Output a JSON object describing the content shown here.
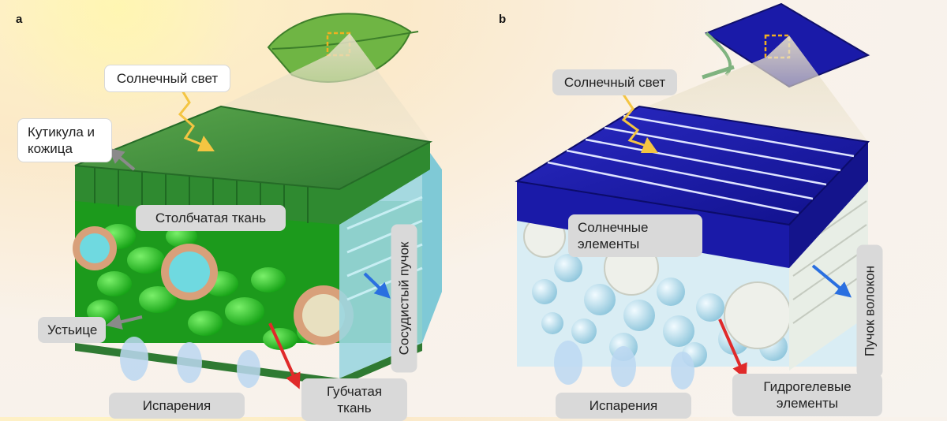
{
  "panels": {
    "a": {
      "letter": "a",
      "labels": {
        "sunlight": "Солнечный свет",
        "cuticle": "Кутикула и кожица",
        "palisade": "Столбчатая ткань",
        "vascular": "Сосудистый пучок",
        "stomata": "Устьице",
        "evaporation": "Испарения",
        "spongy": "Губчатая ткань"
      }
    },
    "b": {
      "letter": "b",
      "labels": {
        "sunlight": "Солнечный свет",
        "solar_cells": "Солнечные элементы",
        "fiber_bundle": "Пучок волокон",
        "evaporation": "Испарения",
        "hydrogel": "Гидрогелевые элементы"
      }
    }
  },
  "colors": {
    "leaf_top": "#3f8f3a",
    "leaf_cells": "#2fd12a",
    "vascular": "#6fd9e0",
    "solar_top": "#1a1aa8",
    "hydrogel": "#bfe3ef",
    "arrow_blue": "#2a6fe0",
    "arrow_red": "#e02a2a",
    "arrow_grey": "#8a8a8a",
    "sun_arrow": "#f4c542"
  }
}
